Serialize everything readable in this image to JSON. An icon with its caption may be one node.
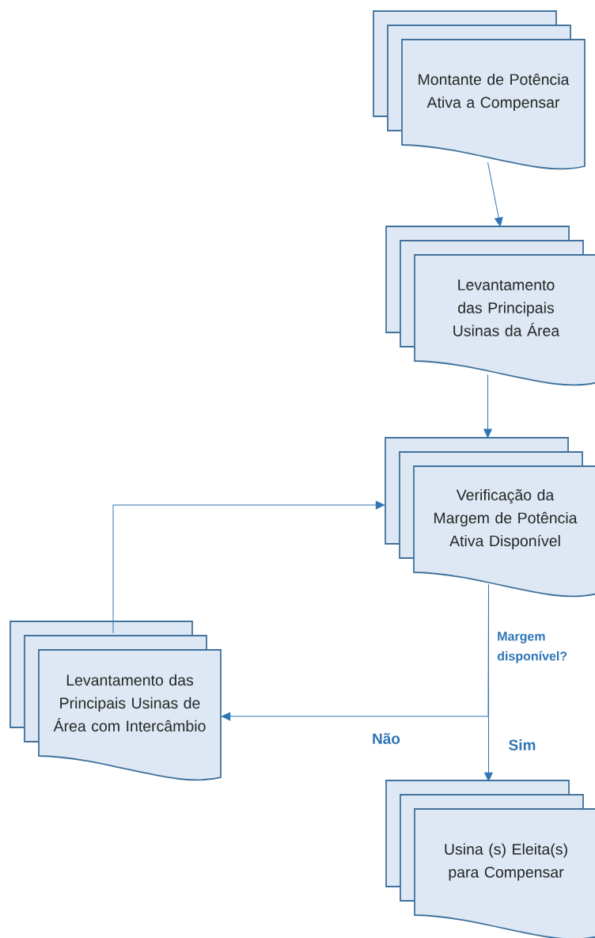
{
  "diagram": {
    "nodes": [
      {
        "text": [
          "Montante de Potência Ativa a Compensar"
        ]
      },
      {
        "text": [
          "Levantamento das Principais Usinas da Área"
        ]
      },
      {
        "text": [
          "Verificação da Margem de Potência Ativa Disponível"
        ]
      },
      {
        "text": [
          "Levantamento das Principais Usinas de Área com Intercâmbio"
        ]
      },
      {
        "text": [
          "Usina (s) Eleita(s) para Compensar"
        ]
      }
    ],
    "edges": [
      {
        "from": 0,
        "to": 1,
        "arrow": "to"
      },
      {
        "from": 1,
        "to": 2,
        "arrow": "to"
      },
      {
        "from": 2,
        "to": 3,
        "arrow": "to",
        "label": "Não"
      },
      {
        "from": 2,
        "to": 4,
        "arrow": "to",
        "label": "Sim"
      },
      {
        "from": 3,
        "to": 2,
        "arrow": "to"
      }
    ],
    "labels": [
      "Margem disponível?"
    ]
  }
}
